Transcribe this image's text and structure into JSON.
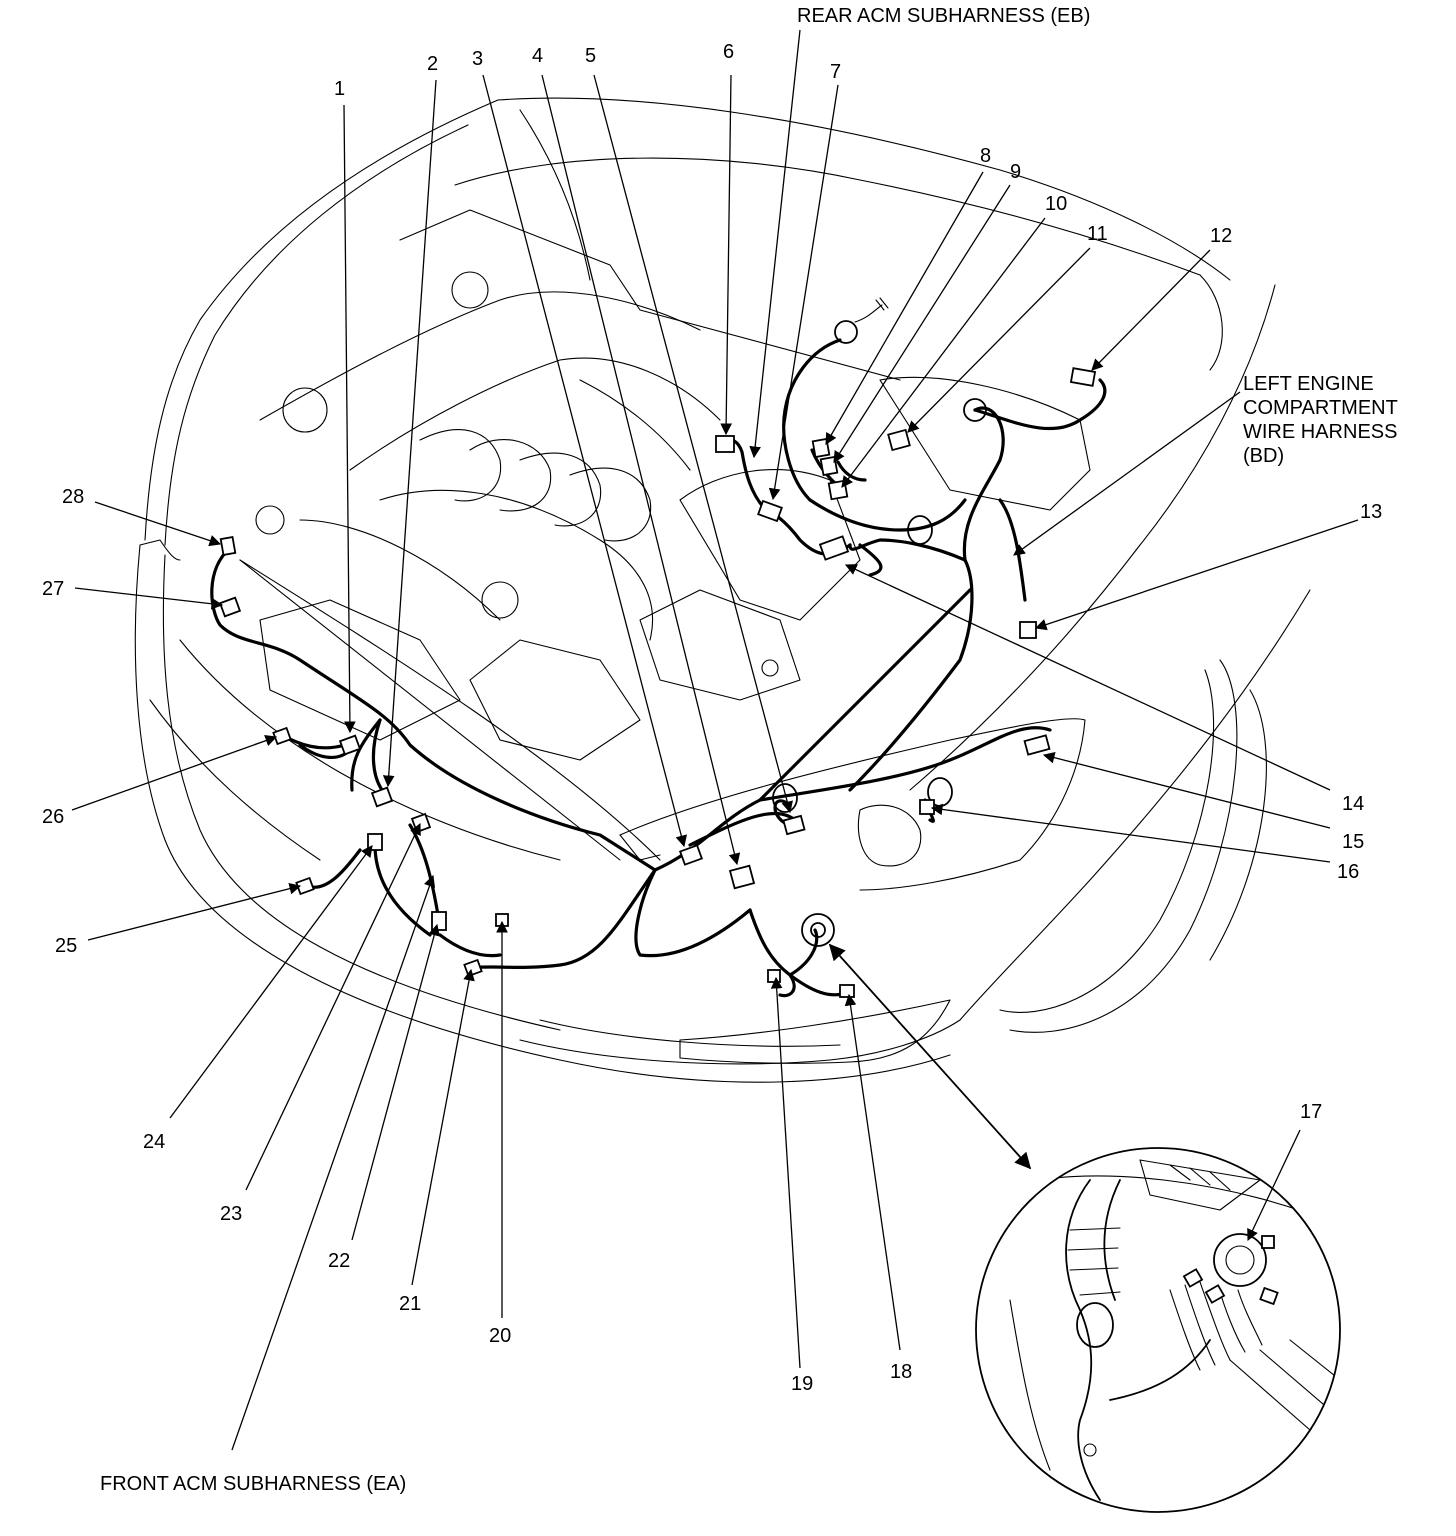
{
  "labels": {
    "rear_acm": "REAR ACM SUBHARNESS (EB)",
    "front_acm": "FRONT ACM SUBHARNESS (EA)",
    "left_engine_1": "LEFT ENGINE",
    "left_engine_2": "COMPARTMENT",
    "left_engine_3": "WIRE HARNESS",
    "left_engine_4": "(BD)"
  },
  "callouts": [
    "1",
    "2",
    "3",
    "4",
    "5",
    "6",
    "7",
    "8",
    "9",
    "10",
    "11",
    "12",
    "13",
    "14",
    "15",
    "16",
    "17",
    "18",
    "19",
    "20",
    "21",
    "22",
    "23",
    "24",
    "25",
    "26",
    "27",
    "28"
  ]
}
